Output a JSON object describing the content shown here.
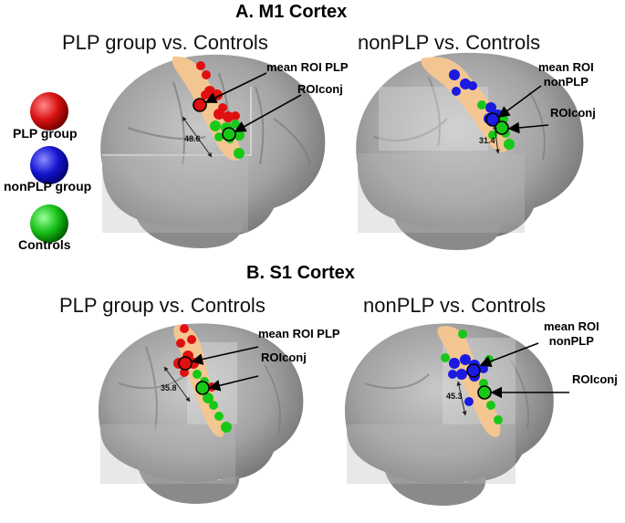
{
  "sections": {
    "a_title": "A. M1 Cortex",
    "b_title": "B. S1 Cortex"
  },
  "panels": {
    "a_left_title": "PLP group vs. Controls",
    "a_right_title": "nonPLP vs. Controls",
    "b_left_title": "PLP group vs. Controls",
    "b_right_title": "nonPLP vs. Controls"
  },
  "legend": {
    "items": [
      {
        "label": "PLP group",
        "color": "#e01010"
      },
      {
        "label": "nonPLP group",
        "color": "#1a1ae0"
      },
      {
        "label": "Controls",
        "color": "#18c818"
      }
    ]
  },
  "annotations": {
    "mean_roi_plp": "mean ROI PLP",
    "mean_roi_line1": "mean ROI",
    "mean_roi_line2": "nonPLP",
    "roiconj": "ROIconj"
  },
  "distances": {
    "a_left": "48.6",
    "a_right": "31.4",
    "b_left": "35.8",
    "b_right": "45.3"
  },
  "colors": {
    "plp": "#e01010",
    "nonplp": "#1a1ae0",
    "controls": "#18c818",
    "cortex_strip": "#f7c68f",
    "brain": "#9a9a9a"
  }
}
